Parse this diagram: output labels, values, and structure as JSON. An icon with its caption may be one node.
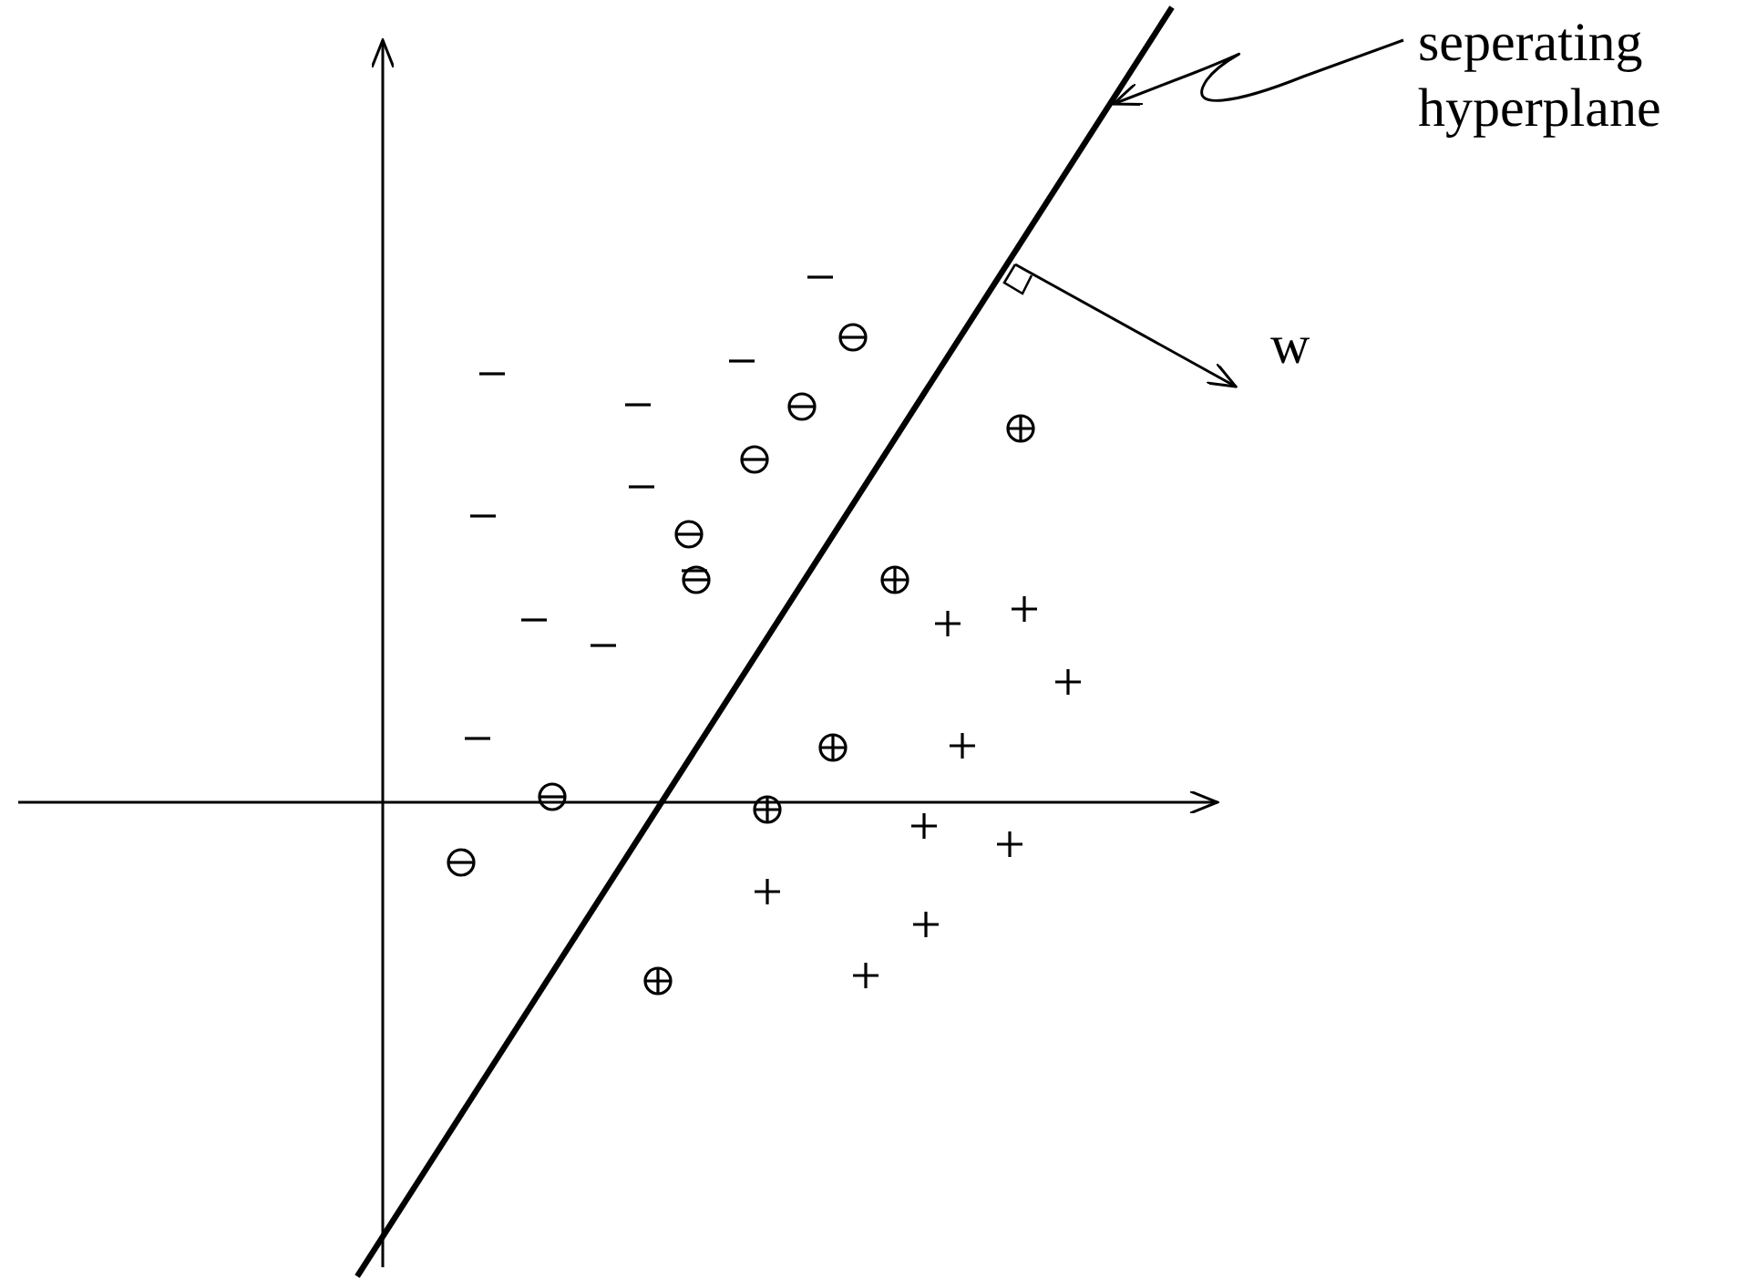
{
  "diagram": {
    "nodes": [
      {
        "text": [
          "seperating hyperplane"
        ]
      },
      {
        "text": [],
        "shape": "line"
      }
    ],
    "edges": [
      {
        "from": 0,
        "to": 1,
        "arrow": "to"
      }
    ],
    "labels": [
      "w"
    ]
  }
}
